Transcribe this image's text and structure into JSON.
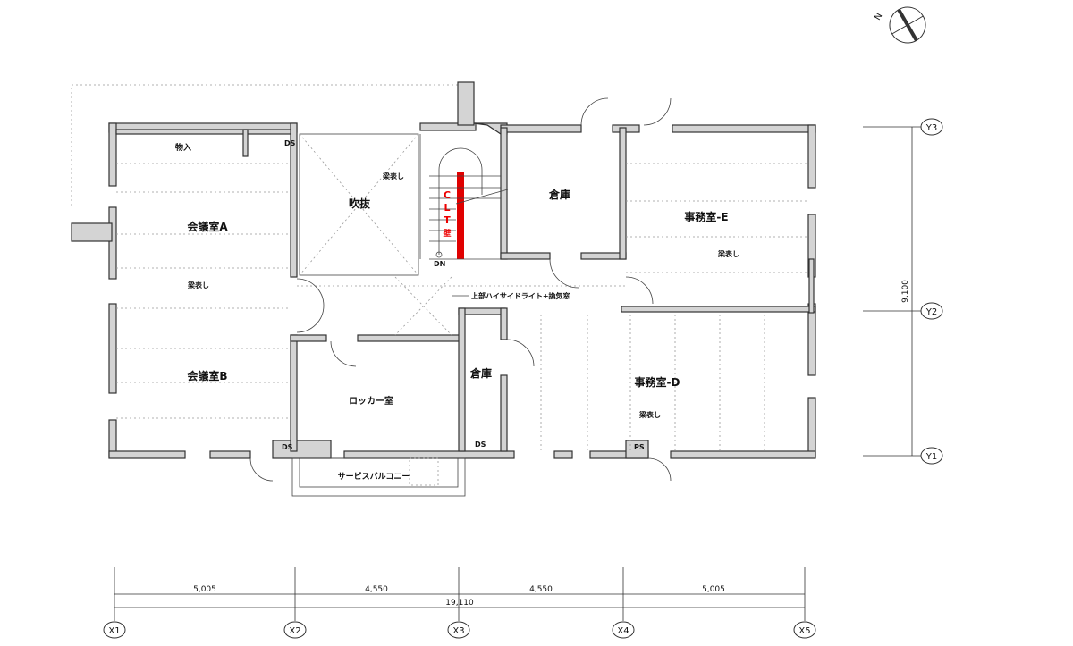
{
  "rooms": {
    "storage_closet": "物入",
    "meeting_a": "会議室A",
    "meeting_b": "会議室B",
    "atrium": "吹抜",
    "storage_upper": "倉庫",
    "storage_lower": "倉庫",
    "office_e": "事務室-E",
    "office_d": "事務室-D",
    "locker": "ロッカー室",
    "balcony": "サービスバルコニー"
  },
  "annotations": {
    "exposed_beam": "梁表し",
    "highside_light": "上部ハイサイドライト+換気窓",
    "stair_down": "DN",
    "duct_space": "DS",
    "pipe_space": "PS",
    "clt_wall": [
      "C",
      "L",
      "T",
      "壁"
    ]
  },
  "dimensions": {
    "spans": [
      "5,005",
      "4,550",
      "4,550",
      "5,005"
    ],
    "total": "19,110",
    "vertical_total": "9,100"
  },
  "grid": {
    "x": [
      "X1",
      "X2",
      "X3",
      "X4",
      "X5"
    ],
    "y": [
      "Y3",
      "Y2",
      "Y1"
    ]
  },
  "compass": "N",
  "colors": {
    "clt_wall": "#e00000",
    "wall": "#d4d4d4"
  }
}
